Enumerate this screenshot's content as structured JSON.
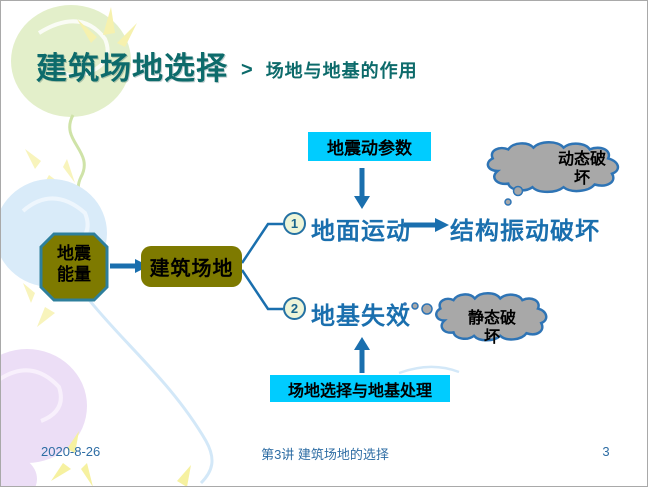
{
  "slide": {
    "title": "建筑场地选择",
    "title_separator": ">",
    "subtitle": "场地与地基的作用",
    "footer": {
      "date": "2020-8-26",
      "lecture": "第3讲 建筑场地的选择",
      "page_number": "3"
    }
  },
  "diagram": {
    "param_box": "地震动参数",
    "energy_octagon": "地震能量",
    "site_box": "建筑场地",
    "item1": {
      "number": "1",
      "label": "地面运动",
      "result": "结构振动破坏"
    },
    "item2": {
      "number": "2",
      "label": "地基失效"
    },
    "dynamic_cloud": "动态破坏",
    "static_cloud": "静态破坏",
    "treatment_box": "场地选择与地基处理"
  },
  "colors": {
    "title_teal": "#0D6B6B",
    "cyan_box": "#00CCFF",
    "olive_shape": "#7E7A00",
    "diagram_blue": "#1A6FAE",
    "octagon_border": "#2E7F9C",
    "cloud_fill": "#A8A8A8",
    "cloud_border": "#2E74B5",
    "footer_blue": "#2E6DA4",
    "circle_fill": "#EEF5D8"
  }
}
